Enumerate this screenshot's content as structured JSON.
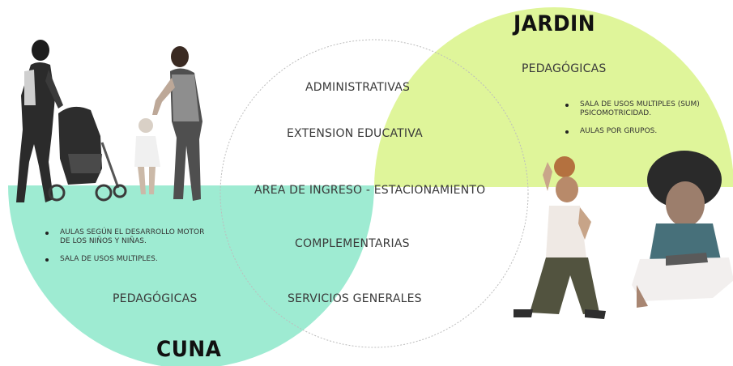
{
  "center": {
    "items": [
      "ADMINISTRATIVAS",
      "EXTENSION EDUCATIVA",
      "AREA DE INGRESO - ESTACIONAMIENTO",
      "COMPLEMENTARIAS",
      "SERVICIOS GENERALES"
    ]
  },
  "jardin": {
    "title": "JARDIN",
    "subtitle": "PEDAGÓGICAS",
    "bullets": [
      "SALA DE USOS MULTIPLES (SUM) PSICOMOTRICIDAD.",
      "AULAS POR GRUPOS."
    ],
    "color": "#dff59a"
  },
  "cuna": {
    "title": "CUNA",
    "subtitle": "PEDAGÓGICAS",
    "bullets": [
      "AULAS SEGÚN EL DESARROLLO MOTOR DE LOS NIÑOS Y NIÑAS.",
      "SALA DE USOS MULTIPLES."
    ],
    "color": "#9eebd2"
  },
  "center_circle_stroke": "#bdbdbd"
}
